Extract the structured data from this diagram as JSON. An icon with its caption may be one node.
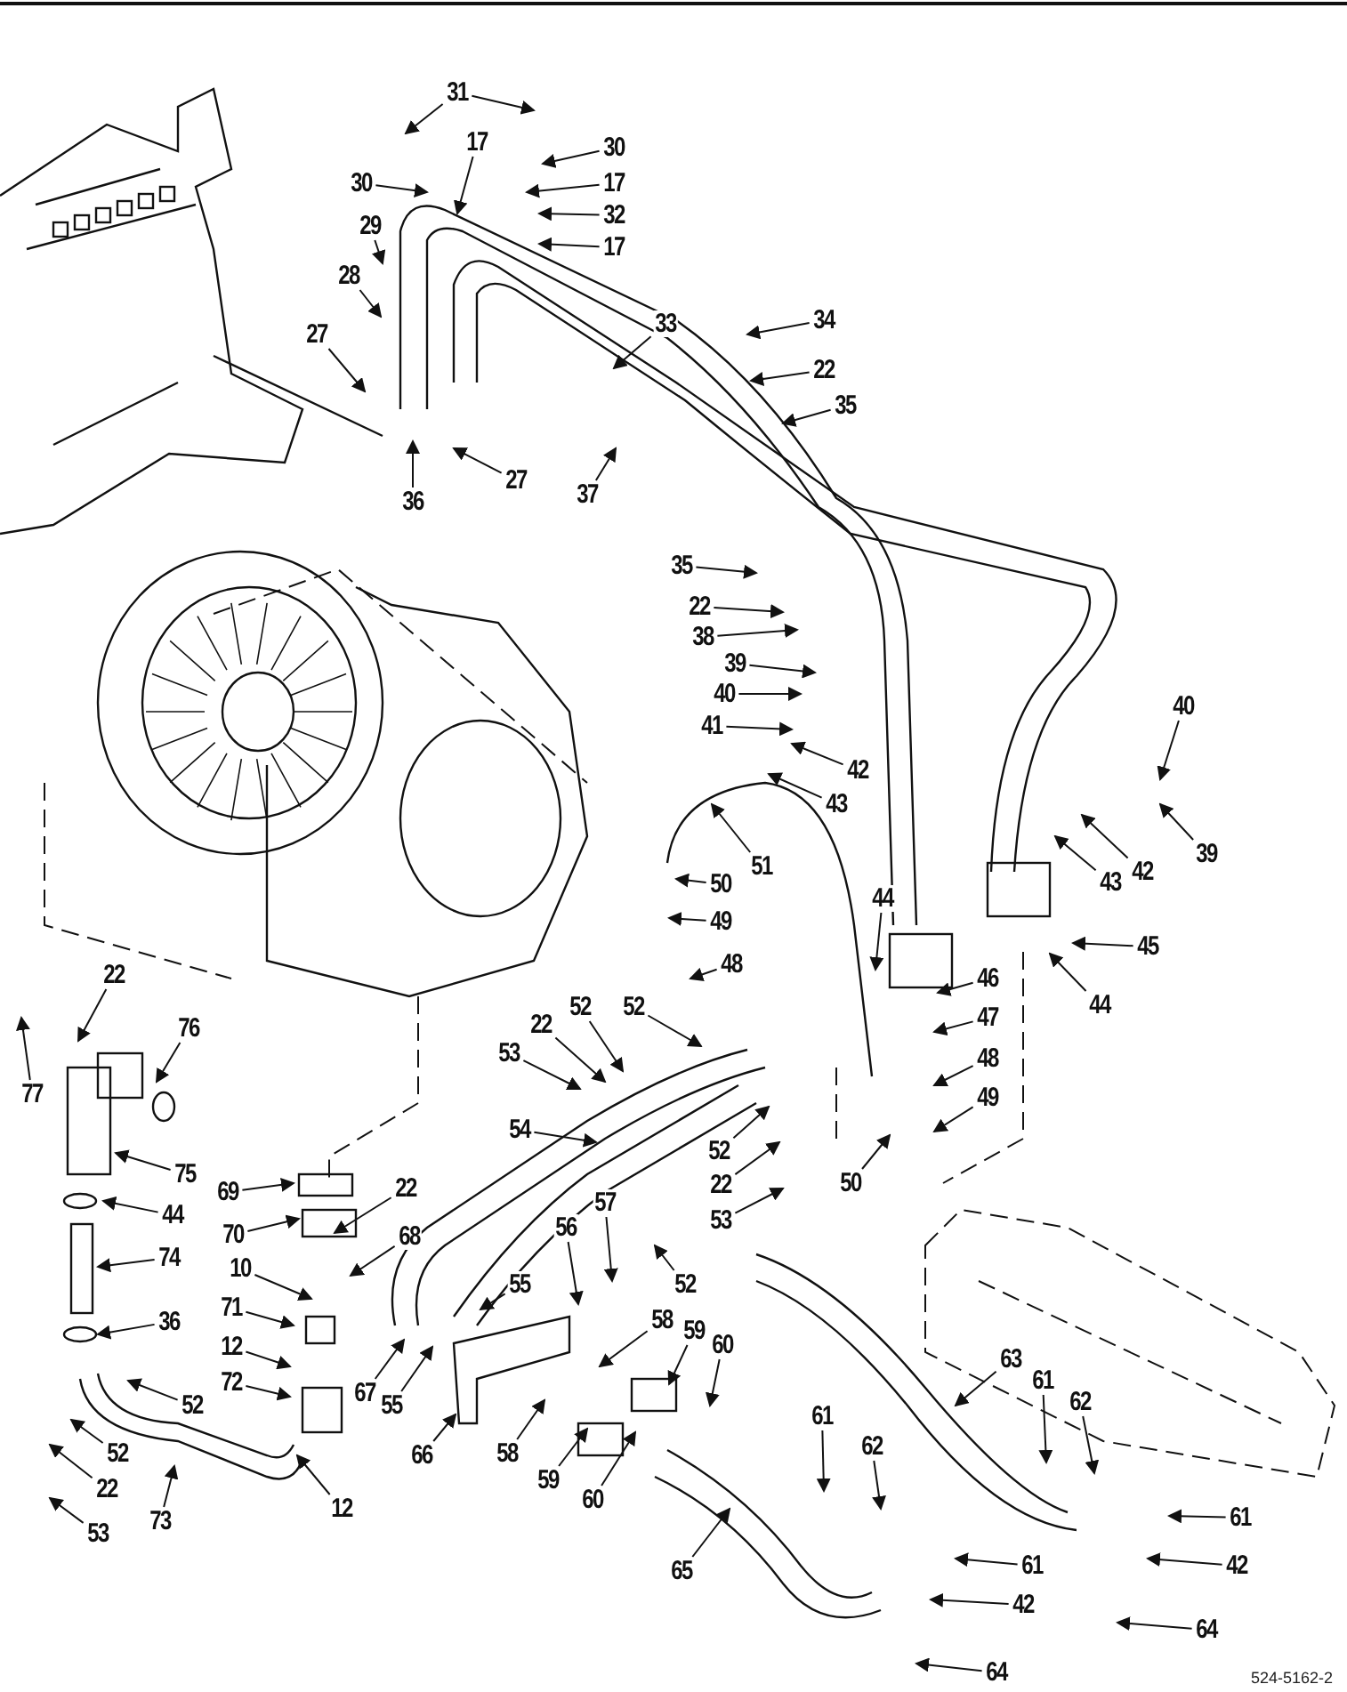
{
  "diagram": {
    "nodes": [
      {
        "text": [
          "31"
        ]
      },
      {
        "text": [
          "30"
        ]
      },
      {
        "text": [
          "17"
        ]
      },
      {
        "text": [
          "30"
        ]
      },
      {
        "text": [
          "17"
        ]
      },
      {
        "text": [
          "32"
        ]
      },
      {
        "text": [
          "17"
        ]
      },
      {
        "text": [
          "29"
        ]
      },
      {
        "text": [
          "28"
        ]
      },
      {
        "text": [
          "27"
        ]
      },
      {
        "text": [
          "33"
        ]
      },
      {
        "text": [
          "34"
        ]
      },
      {
        "text": [
          "22"
        ]
      },
      {
        "text": [
          "35"
        ]
      },
      {
        "text": [
          "36"
        ]
      },
      {
        "text": [
          "27"
        ]
      },
      {
        "text": [
          "37"
        ]
      },
      {
        "text": [
          "35"
        ]
      },
      {
        "text": [
          "22"
        ]
      },
      {
        "text": [
          "38"
        ]
      },
      {
        "text": [
          "39"
        ]
      },
      {
        "text": [
          "40"
        ]
      },
      {
        "text": [
          "41"
        ]
      },
      {
        "text": [
          "42"
        ]
      },
      {
        "text": [
          "43"
        ]
      },
      {
        "text": [
          "40"
        ]
      },
      {
        "text": [
          "43"
        ]
      },
      {
        "text": [
          "42"
        ]
      },
      {
        "text": [
          "39"
        ]
      },
      {
        "text": [
          "51"
        ]
      },
      {
        "text": [
          "50"
        ]
      },
      {
        "text": [
          "49"
        ]
      },
      {
        "text": [
          "48"
        ]
      },
      {
        "text": [
          "44"
        ]
      },
      {
        "text": [
          "45"
        ]
      },
      {
        "text": [
          "44"
        ]
      },
      {
        "text": [
          "46"
        ]
      },
      {
        "text": [
          "47"
        ]
      },
      {
        "text": [
          "48"
        ]
      },
      {
        "text": [
          "49"
        ]
      },
      {
        "text": [
          "22"
        ]
      },
      {
        "text": [
          "76"
        ]
      },
      {
        "text": [
          "77"
        ]
      },
      {
        "text": [
          "52"
        ]
      },
      {
        "text": [
          "52"
        ]
      },
      {
        "text": [
          "22"
        ]
      },
      {
        "text": [
          "53"
        ]
      },
      {
        "text": [
          "54"
        ]
      },
      {
        "text": [
          "52"
        ]
      },
      {
        "text": [
          "22"
        ]
      },
      {
        "text": [
          "50"
        ]
      },
      {
        "text": [
          "53"
        ]
      },
      {
        "text": [
          "52"
        ]
      },
      {
        "text": [
          "75"
        ]
      },
      {
        "text": [
          "69"
        ]
      },
      {
        "text": [
          "70"
        ]
      },
      {
        "text": [
          "22"
        ]
      },
      {
        "text": [
          "68"
        ]
      },
      {
        "text": [
          "44"
        ]
      },
      {
        "text": [
          "74"
        ]
      },
      {
        "text": [
          "10"
        ]
      },
      {
        "text": [
          "71"
        ]
      },
      {
        "text": [
          "56"
        ]
      },
      {
        "text": [
          "57"
        ]
      },
      {
        "text": [
          "55"
        ]
      },
      {
        "text": [
          "12"
        ]
      },
      {
        "text": [
          "72"
        ]
      },
      {
        "text": [
          "36"
        ]
      },
      {
        "text": [
          "58"
        ]
      },
      {
        "text": [
          "59"
        ]
      },
      {
        "text": [
          "60"
        ]
      },
      {
        "text": [
          "63"
        ]
      },
      {
        "text": [
          "61"
        ]
      },
      {
        "text": [
          "62"
        ]
      },
      {
        "text": [
          "67"
        ]
      },
      {
        "text": [
          "55"
        ]
      },
      {
        "text": [
          "52"
        ]
      },
      {
        "text": [
          "61"
        ]
      },
      {
        "text": [
          "62"
        ]
      },
      {
        "text": [
          "52"
        ]
      },
      {
        "text": [
          "58"
        ]
      },
      {
        "text": [
          "66"
        ]
      },
      {
        "text": [
          "59"
        ]
      },
      {
        "text": [
          "22"
        ]
      },
      {
        "text": [
          "60"
        ]
      },
      {
        "text": [
          "12"
        ]
      },
      {
        "text": [
          "61"
        ]
      },
      {
        "text": [
          "73"
        ]
      },
      {
        "text": [
          "53"
        ]
      },
      {
        "text": [
          "65"
        ]
      },
      {
        "text": [
          "61"
        ]
      },
      {
        "text": [
          "42"
        ]
      },
      {
        "text": [
          "42"
        ]
      },
      {
        "text": [
          "64"
        ]
      },
      {
        "text": [
          "64"
        ]
      }
    ],
    "edges": [
      {
        "from": 0,
        "to": null,
        "arrow": "to"
      },
      {
        "from": 0,
        "to": null,
        "arrow": "to"
      },
      {
        "from": 1,
        "to": null,
        "arrow": "to"
      },
      {
        "from": 2,
        "to": null,
        "arrow": "to"
      },
      {
        "from": 3,
        "to": null,
        "arrow": "to"
      },
      {
        "from": 4,
        "to": null,
        "arrow": "to"
      },
      {
        "from": 5,
        "to": null,
        "arrow": "to"
      },
      {
        "from": 6,
        "to": null,
        "arrow": "to"
      },
      {
        "from": 7,
        "to": null,
        "arrow": "to"
      },
      {
        "from": 8,
        "to": null,
        "arrow": "to"
      },
      {
        "from": 9,
        "to": null,
        "arrow": "to"
      },
      {
        "from": 10,
        "to": null,
        "arrow": "to"
      },
      {
        "from": 11,
        "to": null,
        "arrow": "to"
      },
      {
        "from": 12,
        "to": null,
        "arrow": "to"
      },
      {
        "from": 13,
        "to": null,
        "arrow": "to"
      },
      {
        "from": 14,
        "to": null,
        "arrow": "to"
      },
      {
        "from": 15,
        "to": null,
        "arrow": "to"
      },
      {
        "from": 16,
        "to": null,
        "arrow": "to"
      },
      {
        "from": 17,
        "to": null,
        "arrow": "to"
      },
      {
        "from": 18,
        "to": null,
        "arrow": "to"
      },
      {
        "from": 19,
        "to": null,
        "arrow": "to"
      },
      {
        "from": 20,
        "to": null,
        "arrow": "to"
      },
      {
        "from": 21,
        "to": null,
        "arrow": "to"
      },
      {
        "from": 22,
        "to": null,
        "arrow": "to"
      },
      {
        "from": 23,
        "to": null,
        "arrow": "to"
      },
      {
        "from": 24,
        "to": null,
        "arrow": "to"
      },
      {
        "from": 25,
        "to": null,
        "arrow": "to"
      },
      {
        "from": 26,
        "to": null,
        "arrow": "to"
      },
      {
        "from": 27,
        "to": null,
        "arrow": "to"
      },
      {
        "from": 28,
        "to": null,
        "arrow": "to"
      },
      {
        "from": 29,
        "to": null,
        "arrow": "to"
      },
      {
        "from": 30,
        "to": null,
        "arrow": "to"
      },
      {
        "from": 31,
        "to": null,
        "arrow": "to"
      },
      {
        "from": 32,
        "to": null,
        "arrow": "to"
      },
      {
        "from": 33,
        "to": null,
        "arrow": "to"
      },
      {
        "from": 34,
        "to": null,
        "arrow": "to"
      },
      {
        "from": 35,
        "to": null,
        "arrow": "to"
      },
      {
        "from": 36,
        "to": null,
        "arrow": "to"
      },
      {
        "from": 37,
        "to": null,
        "arrow": "to"
      },
      {
        "from": 38,
        "to": null,
        "arrow": "to"
      },
      {
        "from": 39,
        "to": null,
        "arrow": "to"
      },
      {
        "from": 40,
        "to": null,
        "arrow": "to"
      },
      {
        "from": 41,
        "to": null,
        "arrow": "to"
      },
      {
        "from": 42,
        "to": null,
        "arrow": "to"
      },
      {
        "from": 43,
        "to": null,
        "arrow": "to"
      },
      {
        "from": 44,
        "to": null,
        "arrow": "to"
      },
      {
        "from": 45,
        "to": null,
        "arrow": "to"
      },
      {
        "from": 46,
        "to": null,
        "arrow": "to"
      },
      {
        "from": 47,
        "to": null,
        "arrow": "to"
      },
      {
        "from": 48,
        "to": null,
        "arrow": "to"
      },
      {
        "from": 49,
        "to": null,
        "arrow": "to"
      },
      {
        "from": 50,
        "to": null,
        "arrow": "to"
      },
      {
        "from": 51,
        "to": null,
        "arrow": "to"
      },
      {
        "from": 52,
        "to": null,
        "arrow": "to"
      },
      {
        "from": 53,
        "to": null,
        "arrow": "to"
      },
      {
        "from": 54,
        "to": null,
        "arrow": "to"
      },
      {
        "from": 55,
        "to": null,
        "arrow": "to"
      },
      {
        "from": 56,
        "to": null,
        "arrow": "to"
      },
      {
        "from": 57,
        "to": null,
        "arrow": "to"
      },
      {
        "from": 58,
        "to": null,
        "arrow": "to"
      },
      {
        "from": 59,
        "to": null,
        "arrow": "to"
      },
      {
        "from": 60,
        "to": null,
        "arrow": "to"
      },
      {
        "from": 61,
        "to": null,
        "arrow": "to"
      },
      {
        "from": 62,
        "to": null,
        "arrow": "to"
      },
      {
        "from": 63,
        "to": null,
        "arrow": "to"
      },
      {
        "from": 64,
        "to": null,
        "arrow": "to"
      },
      {
        "from": 65,
        "to": null,
        "arrow": "to"
      },
      {
        "from": 66,
        "to": null,
        "arrow": "to"
      },
      {
        "from": 67,
        "to": null,
        "arrow": "to"
      },
      {
        "from": 68,
        "to": null,
        "arrow": "to"
      },
      {
        "from": 69,
        "to": null,
        "arrow": "to"
      },
      {
        "from": 70,
        "to": null,
        "arrow": "to"
      },
      {
        "from": 71,
        "to": null,
        "arrow": "to"
      },
      {
        "from": 72,
        "to": null,
        "arrow": "to"
      },
      {
        "from": 73,
        "to": null,
        "arrow": "to"
      },
      {
        "from": 74,
        "to": null,
        "arrow": "to"
      },
      {
        "from": 75,
        "to": null,
        "arrow": "to"
      },
      {
        "from": 76,
        "to": null,
        "arrow": "to"
      },
      {
        "from": 77,
        "to": null,
        "arrow": "to"
      },
      {
        "from": 78,
        "to": null,
        "arrow": "to"
      },
      {
        "from": 79,
        "to": null,
        "arrow": "to"
      },
      {
        "from": 80,
        "to": null,
        "arrow": "to"
      },
      {
        "from": 81,
        "to": null,
        "arrow": "to"
      },
      {
        "from": 82,
        "to": null,
        "arrow": "to"
      },
      {
        "from": 83,
        "to": null,
        "arrow": "to"
      },
      {
        "from": 84,
        "to": null,
        "arrow": "to"
      },
      {
        "from": 85,
        "to": null,
        "arrow": "to"
      },
      {
        "from": 86,
        "to": null,
        "arrow": "to"
      },
      {
        "from": 87,
        "to": null,
        "arrow": "to"
      },
      {
        "from": 88,
        "to": null,
        "arrow": "to"
      },
      {
        "from": 89,
        "to": null,
        "arrow": "to"
      },
      {
        "from": 90,
        "to": null,
        "arrow": "to"
      },
      {
        "from": 91,
        "to": null,
        "arrow": "to"
      },
      {
        "from": 92,
        "to": null,
        "arrow": "to"
      },
      {
        "from": 93,
        "to": null,
        "arrow": "to"
      },
      {
        "from": 94,
        "to": null,
        "arrow": "to"
      }
    ],
    "labels": [
      "524-5162-2"
    ]
  }
}
